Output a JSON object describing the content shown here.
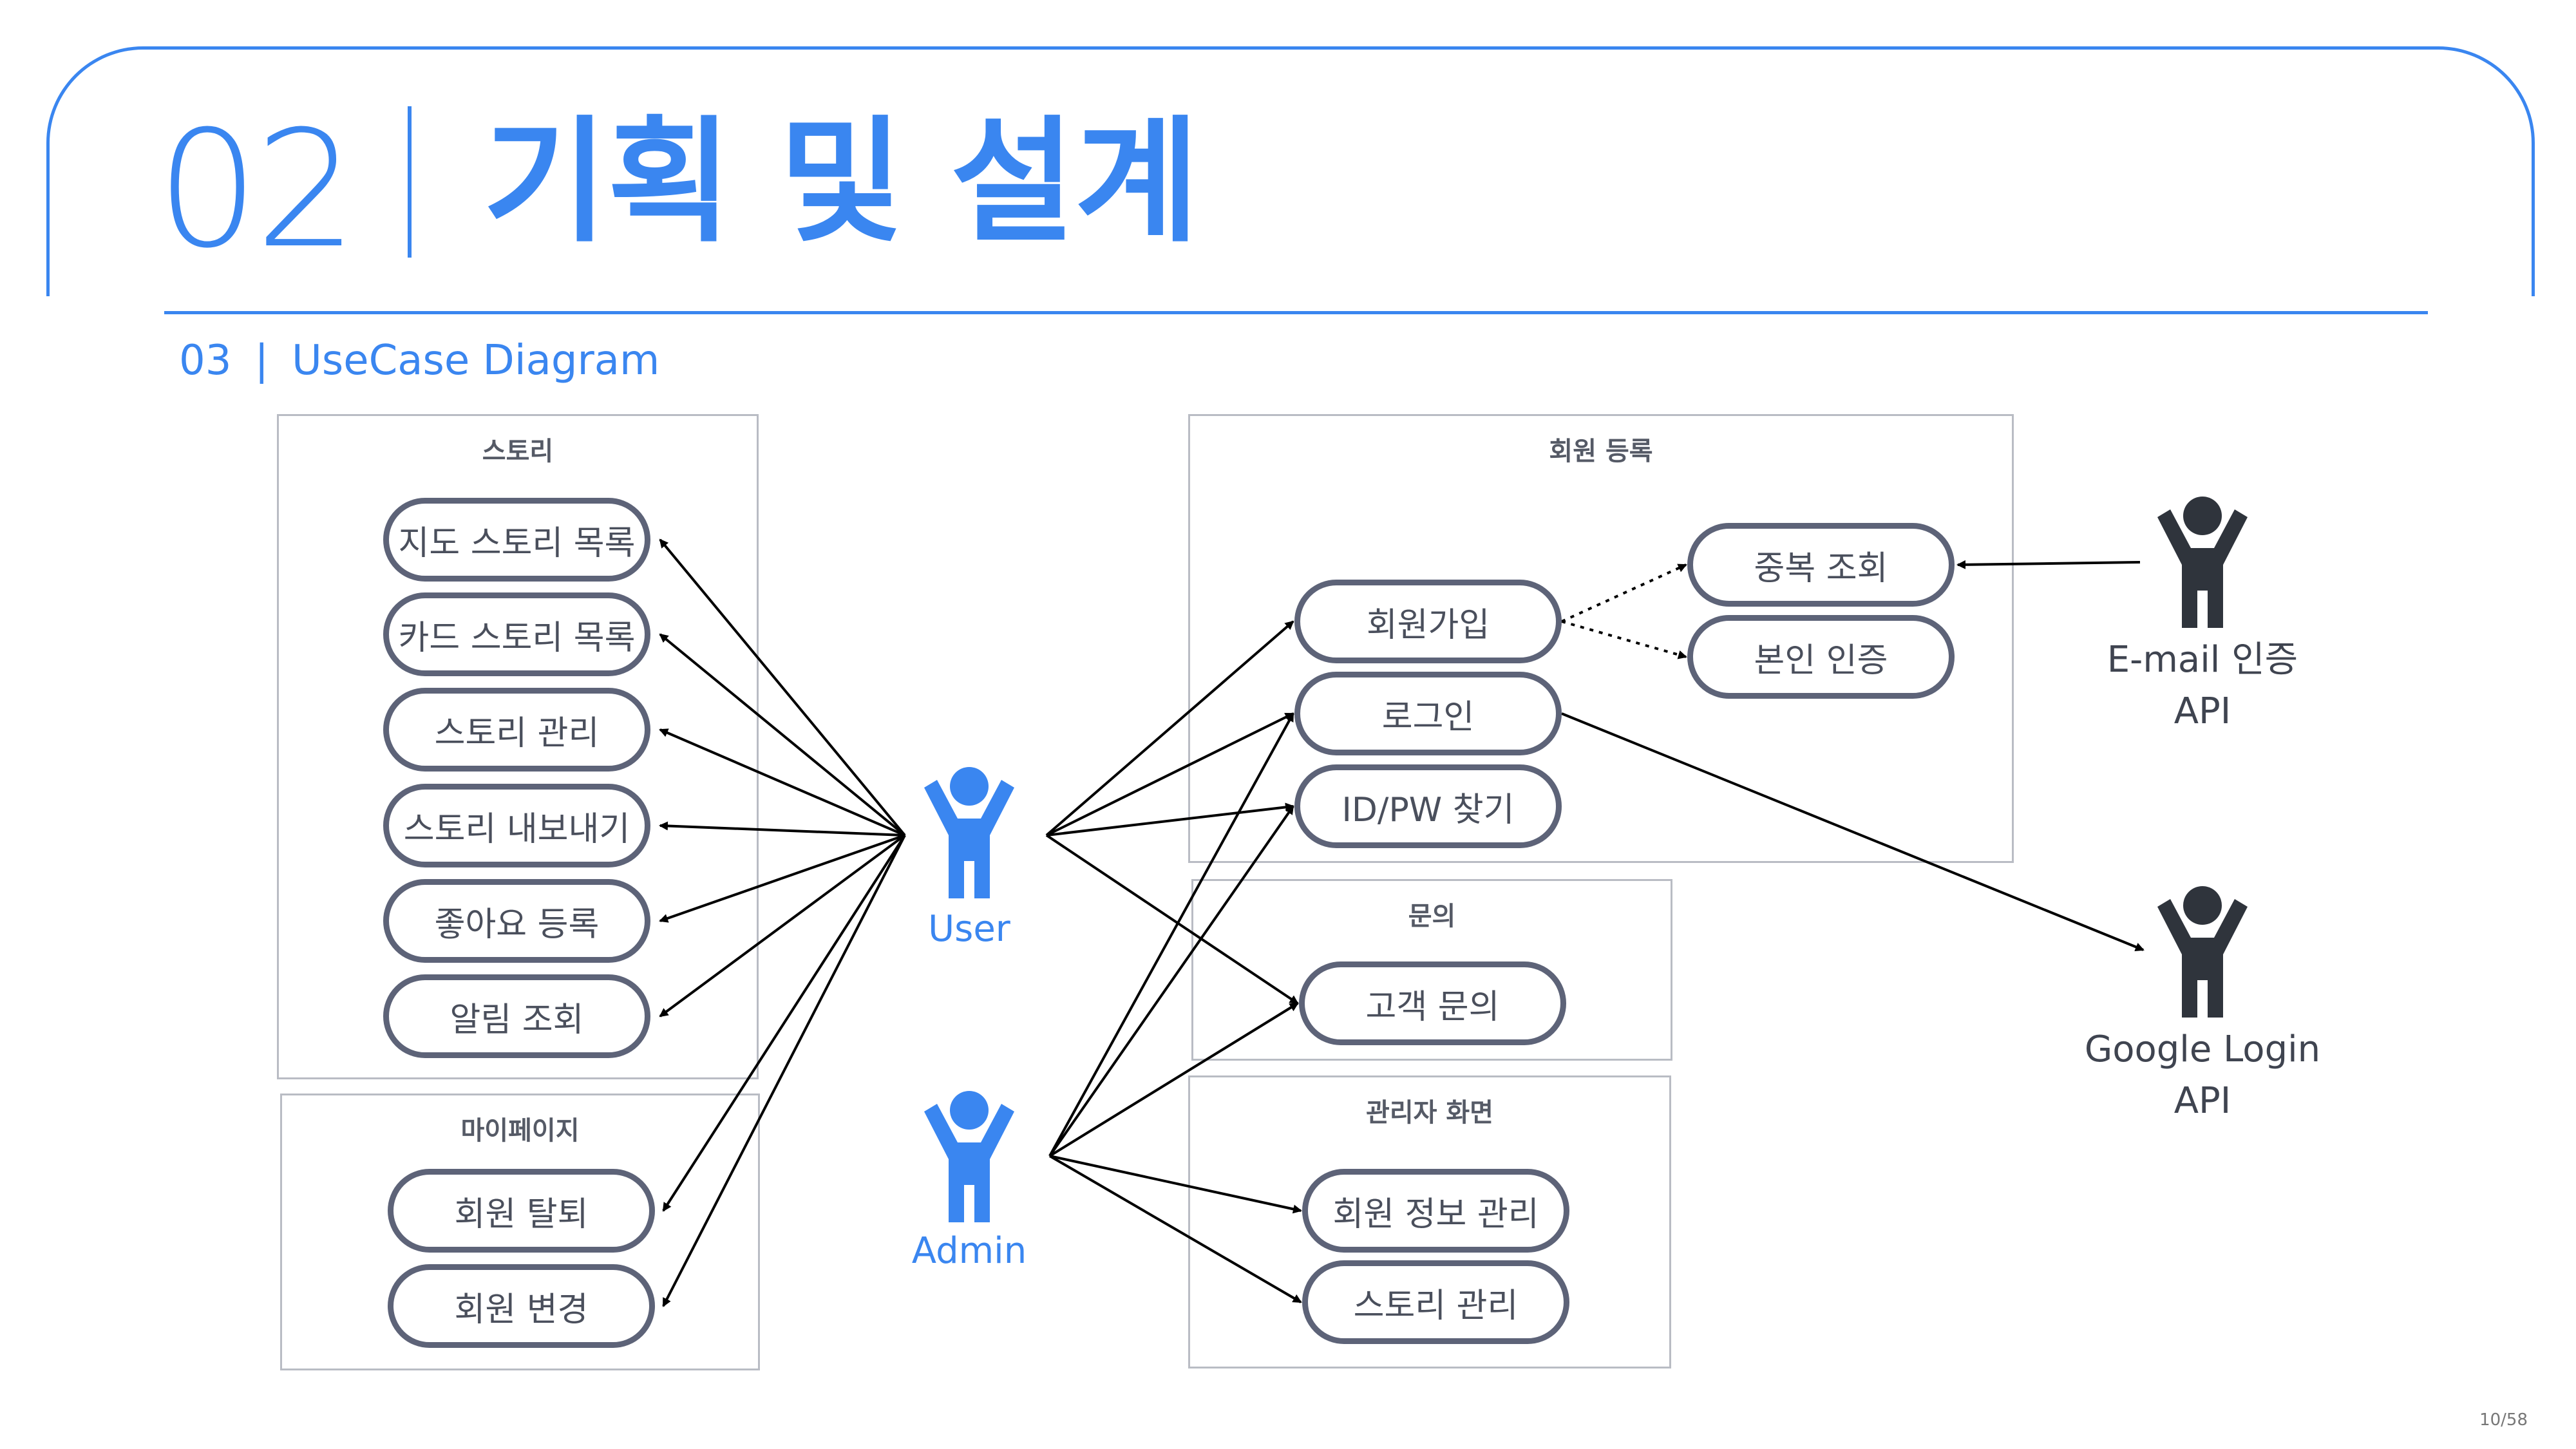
{
  "header": {
    "section_number": "02",
    "title": "기획 및 설계"
  },
  "subheader": {
    "number": "03",
    "separator": "|",
    "label": "UseCase Diagram"
  },
  "groups": {
    "story": {
      "title": "스토리",
      "items": [
        "지도 스토리 목록",
        "카드 스토리 목록",
        "스토리 관리",
        "스토리 내보내기",
        "좋아요 등록",
        "알림 조회"
      ]
    },
    "mypage": {
      "title": "마이페이지",
      "items": [
        "회원 탈퇴",
        "회원 변경"
      ]
    },
    "member": {
      "title": "회원 등록",
      "items": [
        "회원가입",
        "로그인",
        "ID/PW 찾기"
      ],
      "sub_items": [
        "중복 조회",
        "본인 인증"
      ]
    },
    "inquiry": {
      "title": "문의",
      "items": [
        "고객 문의"
      ]
    },
    "admin_screen": {
      "title": "관리자 화면",
      "items": [
        "회원 정보 관리",
        "스토리 관리"
      ]
    }
  },
  "actors": {
    "user": "User",
    "admin": "Admin",
    "email_api": {
      "line1": "E-mail 인증",
      "line2": "API"
    },
    "google_api": {
      "line1": "Google Login",
      "line2": "API"
    }
  },
  "colors": {
    "accent": "#3a86f0",
    "usecase_border": "#5d6378",
    "actor_dark": "#2f343c",
    "box_border": "#b9bcc4"
  },
  "page_number": "10/58"
}
